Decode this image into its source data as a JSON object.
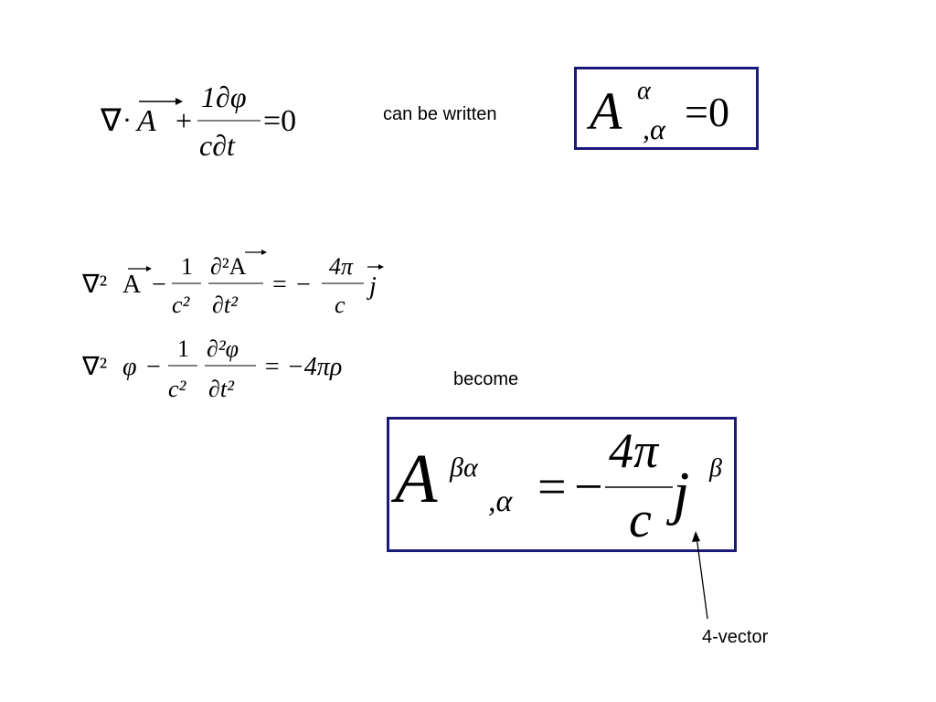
{
  "slide": {
    "labels": {
      "can_be_written": "can be written",
      "become": "become",
      "four_vector": "4-vector"
    },
    "colors": {
      "box_border": "#1a1a7a",
      "text": "#000000",
      "background": "#ffffff"
    }
  },
  "equations": {
    "lorenz_gauge": {
      "nabla": "∇",
      "dot": "·",
      "A": "A",
      "plus": "+",
      "num": "1∂φ",
      "den": "c∂t",
      "equals_zero": "=0"
    },
    "lorenz_gauge_4d": {
      "A": "A",
      "sup": "α",
      "sub": ",α",
      "equals_zero": "=0"
    },
    "wave_A": {
      "nabla2": "∇²",
      "A": "A",
      "minus": "−",
      "one": "1",
      "c2": "c²",
      "d2A": "∂²A",
      "dt2": "∂t²",
      "equals": "=",
      "neg": "−",
      "four_pi": "4π",
      "c": "c",
      "j": "j"
    },
    "wave_phi": {
      "nabla2": "∇²",
      "phi": "φ",
      "minus": "−",
      "one": "1",
      "c2": "c²",
      "d2phi": "∂²φ",
      "dt2": "∂t²",
      "rhs": "= −4πρ"
    },
    "wave_4d": {
      "A": "A",
      "sup": "βα",
      "sub": ",α",
      "equals": "=",
      "neg": "−",
      "four_pi": "4π",
      "c": "c",
      "j": "j",
      "j_sup": "β"
    }
  }
}
